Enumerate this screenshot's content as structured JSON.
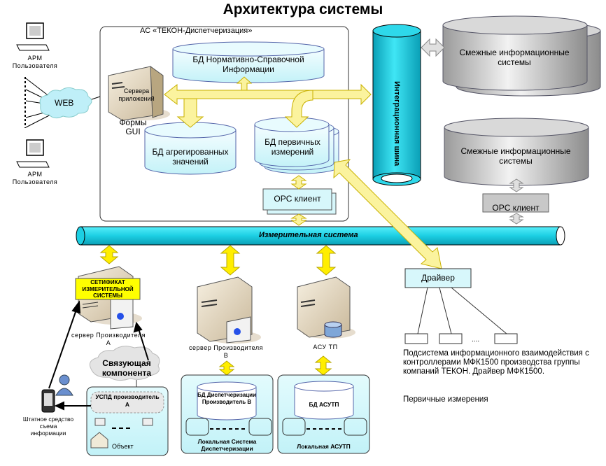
{
  "title": "Архитектура системы",
  "users": {
    "top_label": "АРМ Пользователя",
    "bottom_label": "АРМ Пользователя",
    "web_label": "WEB"
  },
  "main_system": {
    "frame_label": "АС «ТЕКОН-Диспетчеризация»",
    "app_server_label": "Сервера приложений",
    "gui_label": "Формы GUI",
    "db_nsi": "БД Нормативно-Справочной Информации",
    "db_aggregated": "БД агрегированных значений",
    "db_primary": "БД первичных измерений",
    "opc_client": "OPC клиент"
  },
  "integration_bus": {
    "label": "Интеграционная шина"
  },
  "adjacent_systems": {
    "top": "Смежные информационные системы",
    "bottom": "Смежные информационные системы",
    "opc_client": "OPC клиент"
  },
  "measurement_bus": {
    "label": "Измерительная система"
  },
  "producer_a": {
    "certificate": "СЕТИФИКАТ ИЗМЕРИТЕЛЬНОЙ СИСТЕМЫ",
    "server_label": "сервер Производителя А",
    "link_cloud": "Связующая компонента",
    "uspd": "УСПД производитель А",
    "object": "Объект",
    "handheld_label": "Штатное средство съема информации"
  },
  "producer_b": {
    "server_label": "сервер Производителя В",
    "db_label": "БД Диспетчеризации Производитель В",
    "local_label": "Локальная Система Диспетчеризации"
  },
  "asutp": {
    "server_label": "АСУ ТП",
    "db_label": "БД АСУТП",
    "local_label": "Локальная АСУТП"
  },
  "driver": {
    "label": "Драйвер",
    "ellipsis": "....",
    "description": "Подсистема информационного взаимодействия с контроллерами МФК1500 производства группы компаний ТЕКОН. Драйвер МФК1500.",
    "primary": "Первичные измерения"
  },
  "colors": {
    "cyan_db": "#d8f8fc",
    "bus_cyan": "#22d3e6",
    "yellow_arrow": "#fbf39e",
    "grey_db": "#b8b8b8",
    "cert_yellow": "#ffff00",
    "panel_cyan": "#cdf6fb"
  }
}
